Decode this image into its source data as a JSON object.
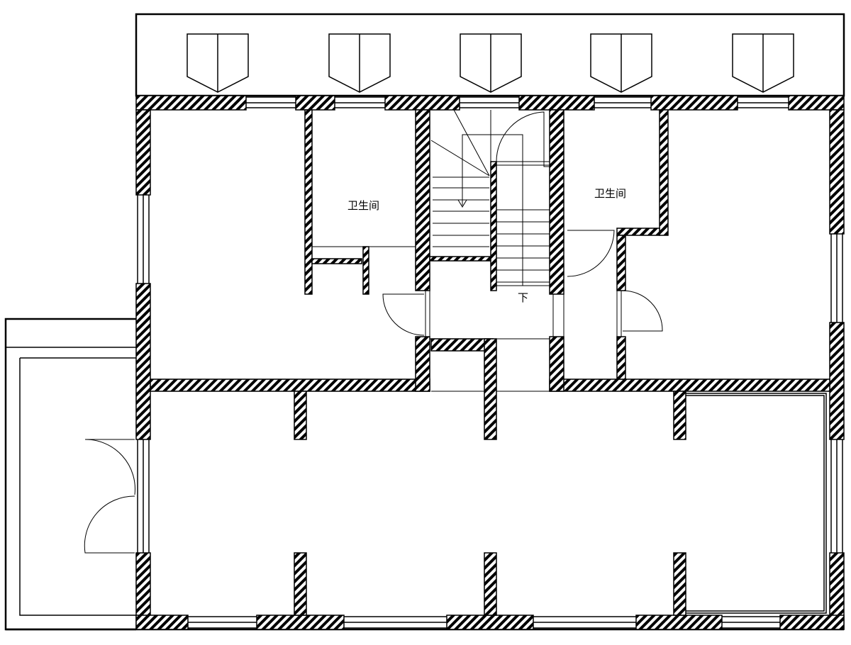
{
  "rooms": {
    "bathroom_left": "卫生间",
    "bathroom_right": "卫生间"
  },
  "stair": {
    "direction_label": "下"
  },
  "colors": {
    "line": "#000000",
    "background": "#ffffff"
  }
}
